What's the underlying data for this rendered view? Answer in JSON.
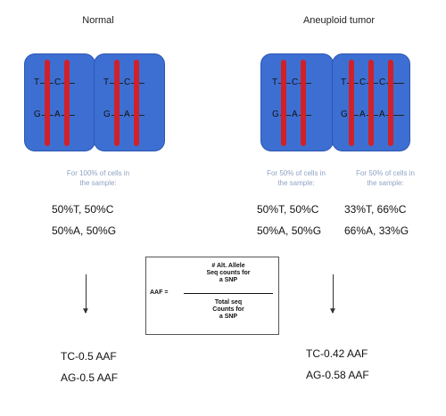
{
  "titles": {
    "normal": "Normal",
    "tumor": "Aneuploid tumor"
  },
  "bases": {
    "t": "T",
    "c": "C",
    "g": "G",
    "a": "A"
  },
  "notes": {
    "normal": [
      "For 100% of cells in",
      "the sample:"
    ],
    "tumor_left": [
      "For 50% of cells in",
      "the sample:"
    ],
    "tumor_right": [
      "For 50% of cells in",
      "the sample:"
    ]
  },
  "frequencies": {
    "normal": [
      "50%T, 50%C",
      "50%A, 50%G"
    ],
    "tumor_left": [
      "50%T, 50%C",
      "50%A, 50%G"
    ],
    "tumor_right": [
      "33%T, 66%C",
      "66%A, 33%G"
    ]
  },
  "formula": {
    "lhs": "AAF =",
    "numerator": [
      "# Alt. Allele",
      "Seq counts for",
      "a SNP"
    ],
    "denominator": [
      "Total seq",
      "Counts for",
      "a SNP"
    ]
  },
  "results": {
    "normal": [
      "TC-0.5 AAF",
      "AG-0.5 AAF"
    ],
    "tumor": [
      "TC-0.42 AAF",
      "AG-0.58 AAF"
    ]
  },
  "colors": {
    "cell": "#3d6fd2",
    "chromosome": "#d0202a",
    "note": "#8fa3c4"
  }
}
